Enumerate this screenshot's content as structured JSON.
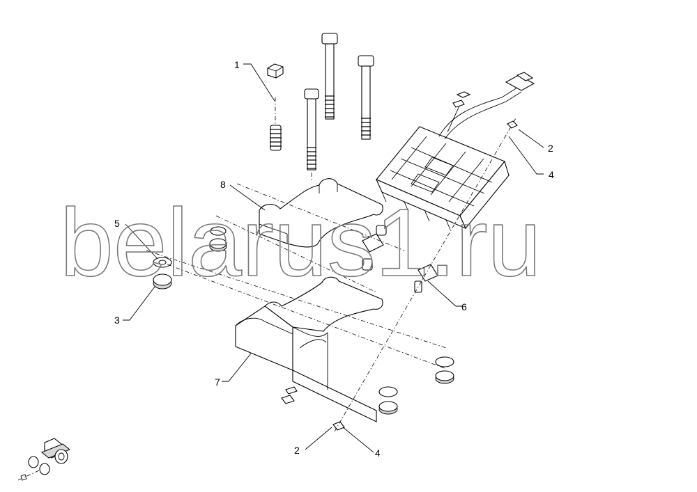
{
  "watermark": "belarus1.ru",
  "callouts": [
    {
      "id": "c1",
      "text": "1"
    },
    {
      "id": "c2a",
      "text": "2"
    },
    {
      "id": "c2b",
      "text": "2"
    },
    {
      "id": "c3",
      "text": "3"
    },
    {
      "id": "c4a",
      "text": "4"
    },
    {
      "id": "c4b",
      "text": "4"
    },
    {
      "id": "c5",
      "text": "5"
    },
    {
      "id": "c6",
      "text": "6"
    },
    {
      "id": "c7",
      "text": "7"
    },
    {
      "id": "c8",
      "text": "8"
    }
  ]
}
